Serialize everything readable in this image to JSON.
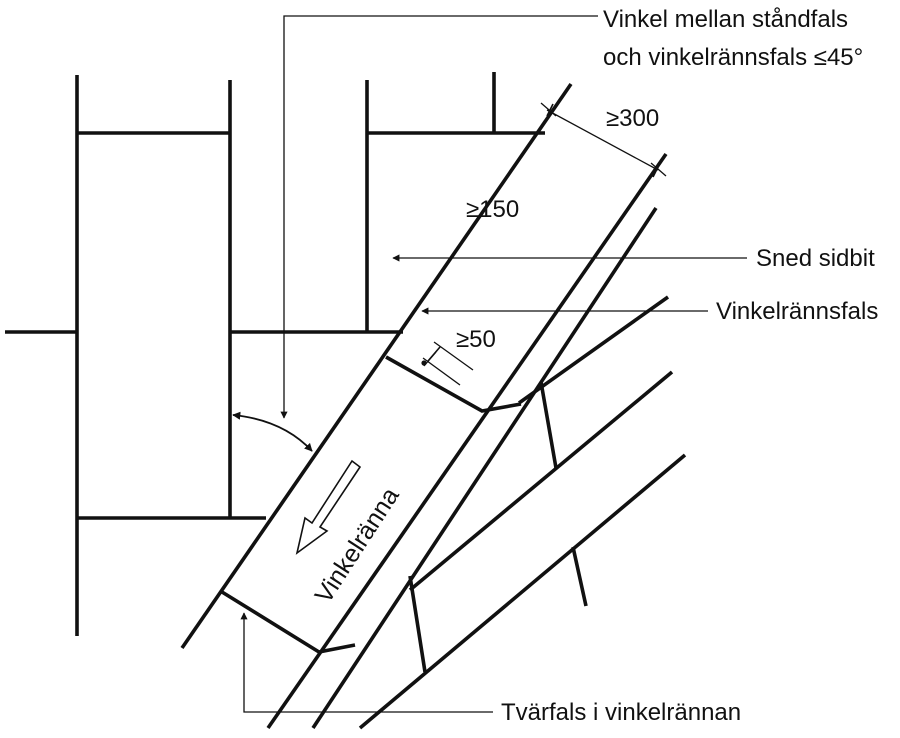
{
  "labels": {
    "angle_line1": "Vinkel mellan ståndfals",
    "angle_line2": "och vinkelrännsfals ≤45°",
    "dim_300": "≥300",
    "dim_150": "≥150",
    "sned_sidbit": "Sned sidbit",
    "vinkelrannsfals": "Vinkelrännsfals",
    "dim_50": "≥50",
    "vinkelranna": "Vinkelränna",
    "tvarfals": "Tvärfals i vinkelrännan"
  },
  "colors": {
    "ink": "#111111",
    "background": "#ffffff"
  }
}
